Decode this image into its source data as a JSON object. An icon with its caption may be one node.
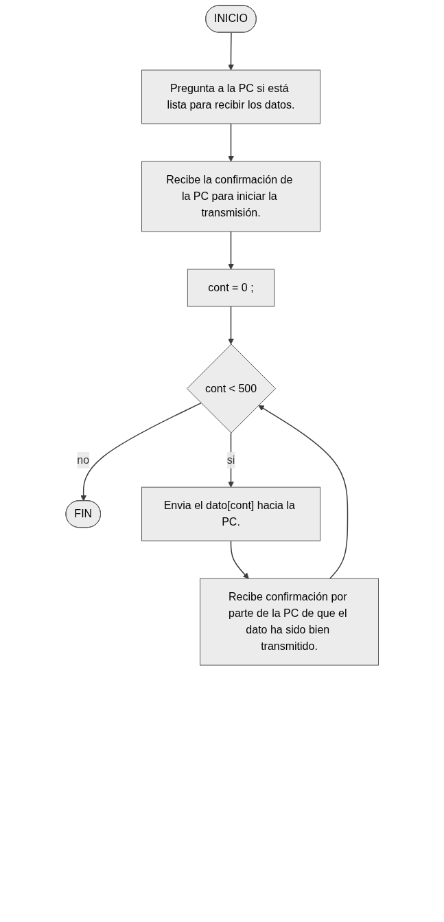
{
  "diagram": {
    "nodes": [
      {
        "text": [
          "INICIO"
        ]
      },
      {
        "text": [
          "Pregunta a la PC si está lista para recibir los datos."
        ]
      },
      {
        "text": [
          "Recibe la confirmación de la PC para iniciar la transmisión."
        ]
      },
      {
        "text": [
          "cont = 0 ;"
        ]
      },
      {
        "text": [
          "cont < 500"
        ]
      },
      {
        "text": [
          "FIN"
        ]
      },
      {
        "text": [
          "Envia el dato[cont] hacia la PC."
        ]
      },
      {
        "text": [
          "Recibe confirmación por parte de la PC de que el dato ha sido bien transmitido."
        ]
      }
    ],
    "edges": [
      {
        "from": 0,
        "to": 1,
        "arrow": "to"
      },
      {
        "from": 1,
        "to": 2,
        "arrow": "to"
      },
      {
        "from": 2,
        "to": 3,
        "arrow": "to"
      },
      {
        "from": 3,
        "to": 4,
        "arrow": "to"
      },
      {
        "from": 4,
        "to": 5,
        "arrow": "to",
        "label": "no"
      },
      {
        "from": 4,
        "to": 6,
        "arrow": "to",
        "label": "si"
      },
      {
        "from": 6,
        "to": 7,
        "arrow": "to"
      },
      {
        "from": 7,
        "to": 4,
        "arrow": "to"
      }
    ]
  }
}
